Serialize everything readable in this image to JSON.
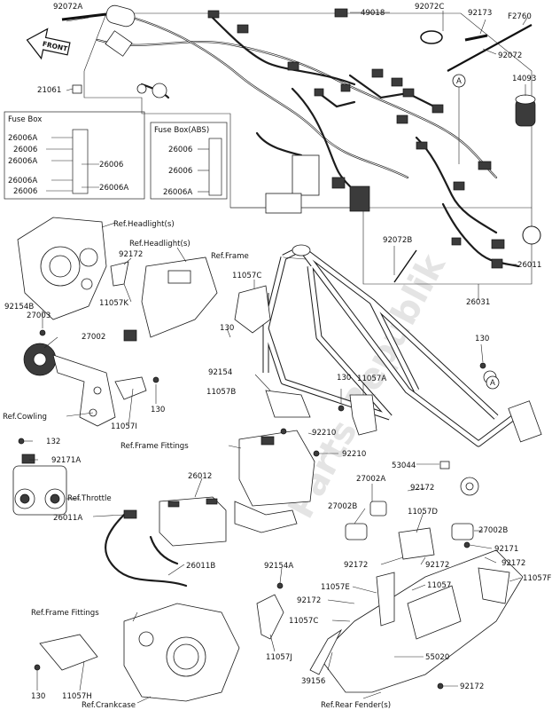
{
  "watermark": "Parts Republik",
  "front_arrow": "FRONT",
  "fuse_box": {
    "title": "Fuse Box",
    "left_column": [
      "26006A",
      "26006",
      "26006A",
      "26006A",
      "26006"
    ],
    "right_column": [
      "26006",
      "26006A"
    ]
  },
  "fuse_box_abs": {
    "title": "Fuse Box(ABS)",
    "left_column": [
      "26006",
      "26006",
      "26006A"
    ]
  },
  "callouts": {
    "c92072A": "92072A",
    "c49018": "49018",
    "c92072C": "92072C",
    "c92173": "92173",
    "cF2760": "F2760",
    "c92072": "92072",
    "c14093": "14093",
    "c21061": "21061",
    "cA_top": "A",
    "c92072B": "92072B",
    "c26011": "26011",
    "c26031": "26031",
    "c130_r": "130",
    "cA_frame": "A",
    "ref_headlight_1": "Ref.Headlight(s)",
    "ref_headlight_2": "Ref.Headlight(s)",
    "ref_frame": "Ref.Frame",
    "c92172_hl": "92172",
    "c11057K": "11057K",
    "c11057C_top": "11057C",
    "c92154B": "92154B",
    "c27003": "27003",
    "c27002": "27002",
    "c130_a": "130",
    "c92154": "92154",
    "c11057B": "11057B",
    "c130_b": "130",
    "c11057A": "11057A",
    "c11057I": "11057I",
    "c130_c": "130",
    "ref_cowling": "Ref.Cowling",
    "c132": "132",
    "c92171A": "92171A",
    "ref_frame_fittings_1": "Ref.Frame Fittings",
    "c92210_a": "92210",
    "c92210_b": "92210",
    "ref_throttle": "Ref.Throttle",
    "c26012": "26012",
    "c53044": "53044",
    "c27002A": "27002A",
    "c92172_a": "92172",
    "c26011A": "26011A",
    "c27002B_l": "27002B",
    "c11057D": "11057D",
    "c27002B_r": "27002B",
    "c92171": "92171",
    "c92172_b": "92172",
    "c92172_c": "92172",
    "c92172_d": "92172",
    "c26011B": "26011B",
    "c92154A": "92154A",
    "c11057F": "11057F",
    "c11057E": "11057E",
    "c11057": "11057",
    "c92172_e": "92172",
    "ref_frame_fittings_2": "Ref.Frame Fittings",
    "c11057C_bot": "11057C",
    "c11057J": "11057J",
    "c55020": "55020",
    "c130_d": "130",
    "c11057H": "11057H",
    "c39156": "39156",
    "ref_crankcase": "Ref.Crankcase",
    "ref_rear_fender": "Ref.Rear Fender(s)",
    "c92172_f": "92172"
  },
  "colors": {
    "ink": "#1a1a1a",
    "watermark": "#cfcfcf"
  }
}
